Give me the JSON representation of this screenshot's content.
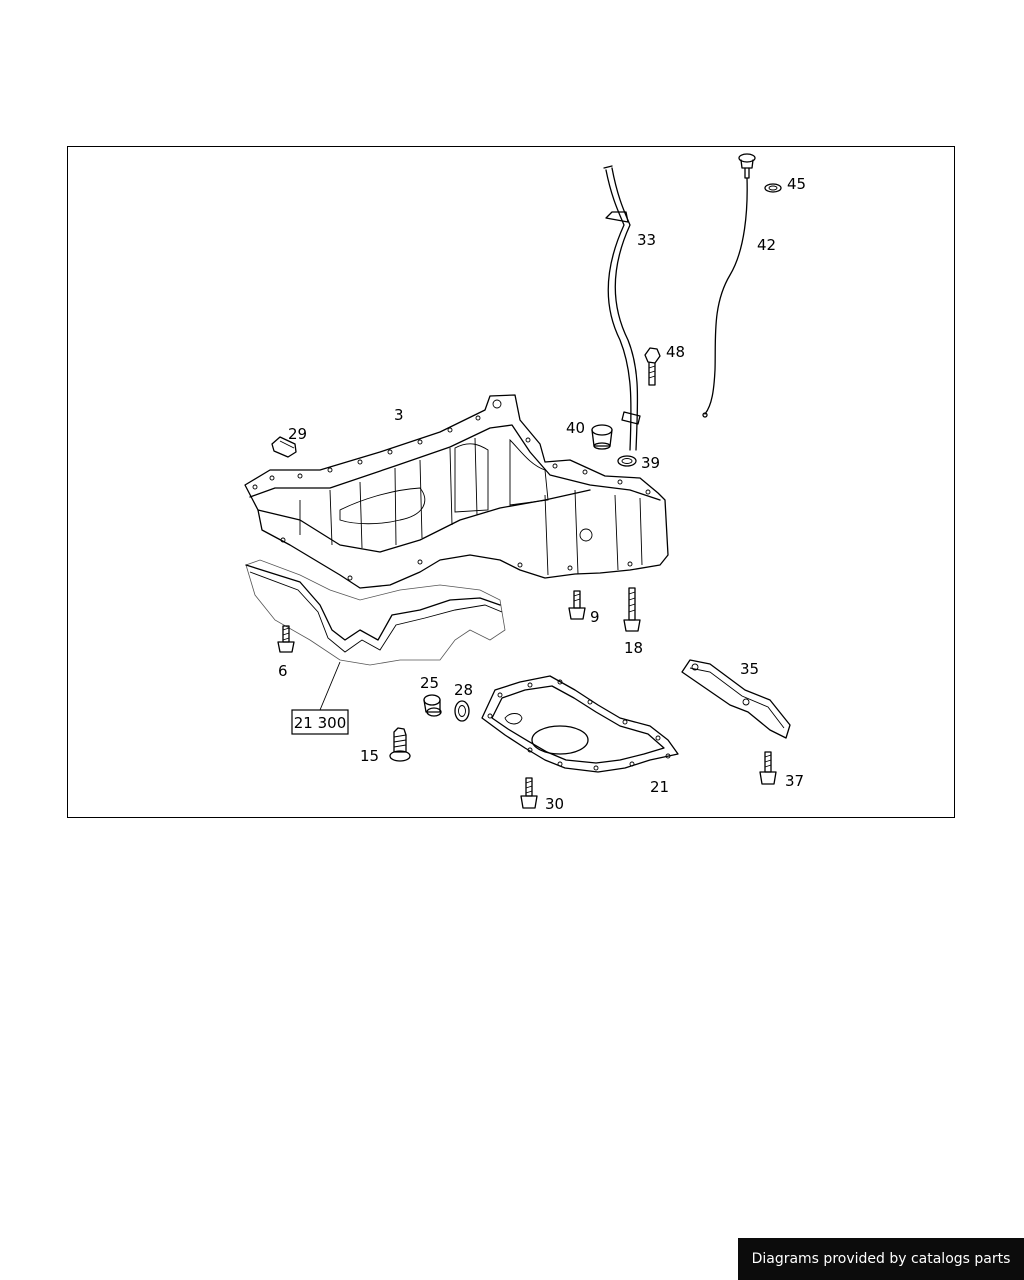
{
  "diagram": {
    "labels": {
      "p3": "3",
      "p6": "6",
      "p9": "9",
      "p15": "15",
      "p18": "18",
      "p21": "21",
      "p25": "25",
      "p28": "28",
      "p29": "29",
      "p30": "30",
      "p33": "33",
      "p35": "35",
      "p37": "37",
      "p39": "39",
      "p40": "40",
      "p42": "42",
      "p45": "45",
      "p48": "48"
    },
    "ref_box": "21 300"
  },
  "footer": {
    "text": "Diagrams provided by catalogs parts"
  }
}
